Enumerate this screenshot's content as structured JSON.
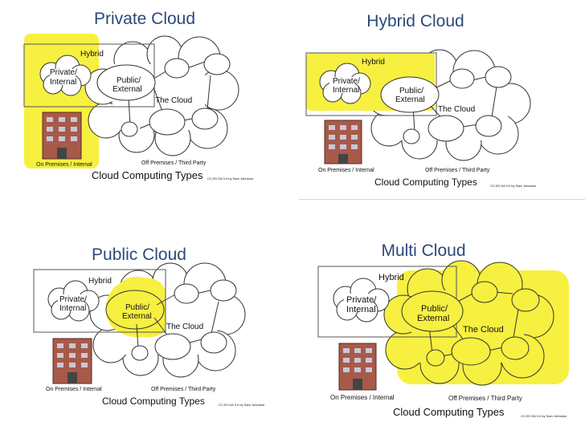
{
  "labels": {
    "hybrid": "Hybrid",
    "private_line1": "Private/",
    "private_line2": "Internal",
    "public_line1": "Public/",
    "public_line2": "External",
    "the_cloud": "The Cloud",
    "on_premises": "On Premises / Internal",
    "off_premises": "Off Premises / Third Party",
    "footer": "Cloud Computing Types",
    "credit": "CC-BY-SA 3.0 by Sam Johnston"
  },
  "panels": [
    {
      "title": "Private Cloud",
      "highlight": "private"
    },
    {
      "title": "Hybrid Cloud",
      "highlight": "hybrid"
    },
    {
      "title": "Public Cloud",
      "highlight": "public"
    },
    {
      "title": "Multi Cloud",
      "highlight": "cloud"
    }
  ],
  "colors": {
    "title": "#2c4a7a",
    "highlight": "#f7f040",
    "building": "#a85a4a",
    "window": "#c8c8d8"
  }
}
